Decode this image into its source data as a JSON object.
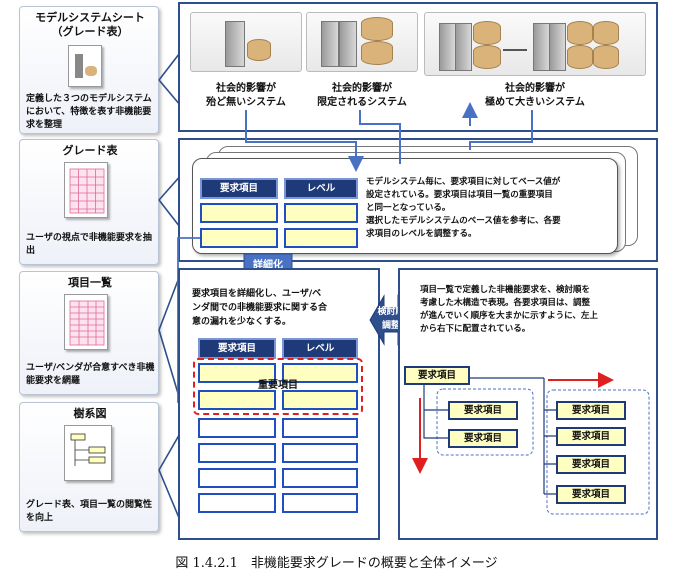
{
  "sidebar": {
    "model_sheet": {
      "title": "モデルシステムシート",
      "subtitle": "（グレード表）",
      "desc": "定義した３つのモデルシステムにおいて、特徴を表す非機能要求を整理"
    },
    "grade_table": {
      "title": "グレード表",
      "desc": "ユーザの視点で非機能要求を抽出"
    },
    "item_list": {
      "title": "項目一覧",
      "desc": "ユーザ/ベンダが合意すべき非機能要求を網羅"
    },
    "tree": {
      "title": "樹系図",
      "desc": "グレード表、項目一覧の閲覧性を向上"
    }
  },
  "systems": [
    {
      "label1": "社会的影響が",
      "label2": "殆ど無いシステム"
    },
    {
      "label1": "社会的影響が",
      "label2": "限定されるシステム"
    },
    {
      "label1": "社会的影響が",
      "label2": "極めて大きいシステム"
    }
  ],
  "grade_panel": {
    "col_item": "要求項目",
    "col_level": "レベル",
    "desc": [
      "モデルシステム毎に、要求項目に対してベース値が",
      "設定されている。要求項目は項目一覧の重要項目",
      "と同一となっている。",
      "選択したモデルシステムのベース値を参考に、各要",
      "求項目のレベルを調整する。"
    ]
  },
  "arrows": {
    "detail": "詳細化",
    "order1": "検討順",
    "order2": "調整"
  },
  "list_panel": {
    "desc": [
      "要求項目を詳細化し、ユーザ/ベ",
      "ンダ間での非機能要求に関する合",
      "意の漏れを少なくする。"
    ],
    "col_item": "要求項目",
    "col_level": "レベル",
    "important": "重要項目"
  },
  "tree_panel": {
    "desc": [
      "項目一覧で定義した非機能要求を、検討順を",
      "考慮した木構造で表現。各要求項目は、調整",
      "が進んでいく順序を大まかに示すように、左上",
      "から右下に配置されている。"
    ],
    "root": "要求項目",
    "node": "要求項目"
  },
  "caption": "図 1.4.2.1　非機能要求グレードの概要と全体イメージ",
  "colors": {
    "navy": "#1f3a78",
    "frame": "#2e4e8c",
    "yellow": "#ffffc2",
    "red": "#e02020",
    "arrow": "#4a72c4"
  }
}
